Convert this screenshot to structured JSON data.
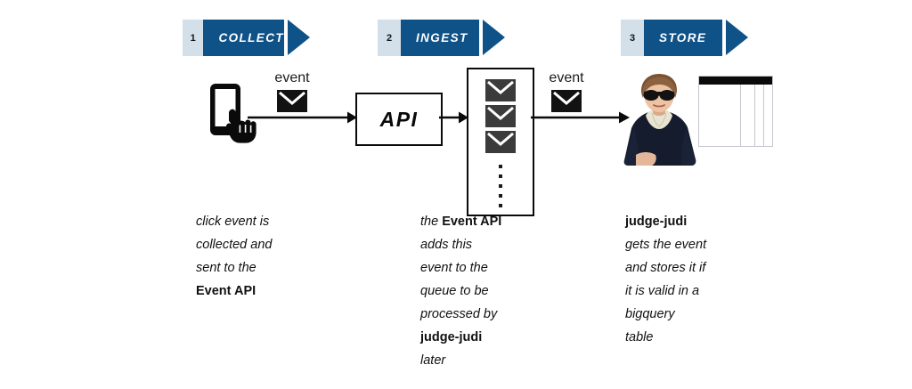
{
  "diagram": {
    "title": "Event collection pipeline",
    "colors": {
      "banner_blue": "#0f5288",
      "banner_number_bg": "#d3dfe9",
      "ink": "#0a0a0a",
      "table_border": "#c3c7cc"
    },
    "stages": [
      {
        "number": "1",
        "label": "COLLECT"
      },
      {
        "number": "2",
        "label": "INGEST"
      },
      {
        "number": "3",
        "label": "STORE"
      }
    ],
    "nodes": {
      "phone": {
        "name": "phone-tap-icon",
        "alt": "mobile phone with tapping hand"
      },
      "api": {
        "label": "API"
      },
      "queue": {
        "name": "queue-box",
        "envelope_count": 3,
        "dot_count": 5
      },
      "judge": {
        "name": "judge-judi-photo",
        "alt": "judge judi wearing dark sunglasses and black robe"
      },
      "table": {
        "name": "bigquery-table-icon",
        "alt": "bigquery table"
      }
    },
    "event_labels": [
      {
        "text": "event"
      },
      {
        "text": "event"
      }
    ],
    "captions": [
      {
        "id": "collect-caption",
        "lines": [
          [
            {
              "t": "click event is",
              "b": false
            }
          ],
          [
            {
              "t": "collected and",
              "b": false
            }
          ],
          [
            {
              "t": "sent to the",
              "b": false
            }
          ],
          [
            {
              "t": "Event API",
              "b": true
            }
          ]
        ]
      },
      {
        "id": "ingest-caption",
        "lines": [
          [
            {
              "t": "the ",
              "b": false
            },
            {
              "t": "Event API",
              "b": true
            }
          ],
          [
            {
              "t": "adds this",
              "b": false
            }
          ],
          [
            {
              "t": "event to the",
              "b": false
            }
          ],
          [
            {
              "t": "queue to be",
              "b": false
            }
          ],
          [
            {
              "t": "processed by",
              "b": false
            }
          ],
          [
            {
              "t": "judge-judi",
              "b": true
            }
          ],
          [
            {
              "t": "later",
              "b": false
            }
          ]
        ]
      },
      {
        "id": "store-caption",
        "lines": [
          [
            {
              "t": "judge-judi",
              "b": true
            }
          ],
          [
            {
              "t": "gets the event",
              "b": false
            }
          ],
          [
            {
              "t": "and stores it if",
              "b": false
            }
          ],
          [
            {
              "t": "it is valid in a",
              "b": false
            }
          ],
          [
            {
              "t": "bigquery",
              "b": false
            }
          ],
          [
            {
              "t": "table",
              "b": false
            }
          ]
        ]
      }
    ]
  }
}
